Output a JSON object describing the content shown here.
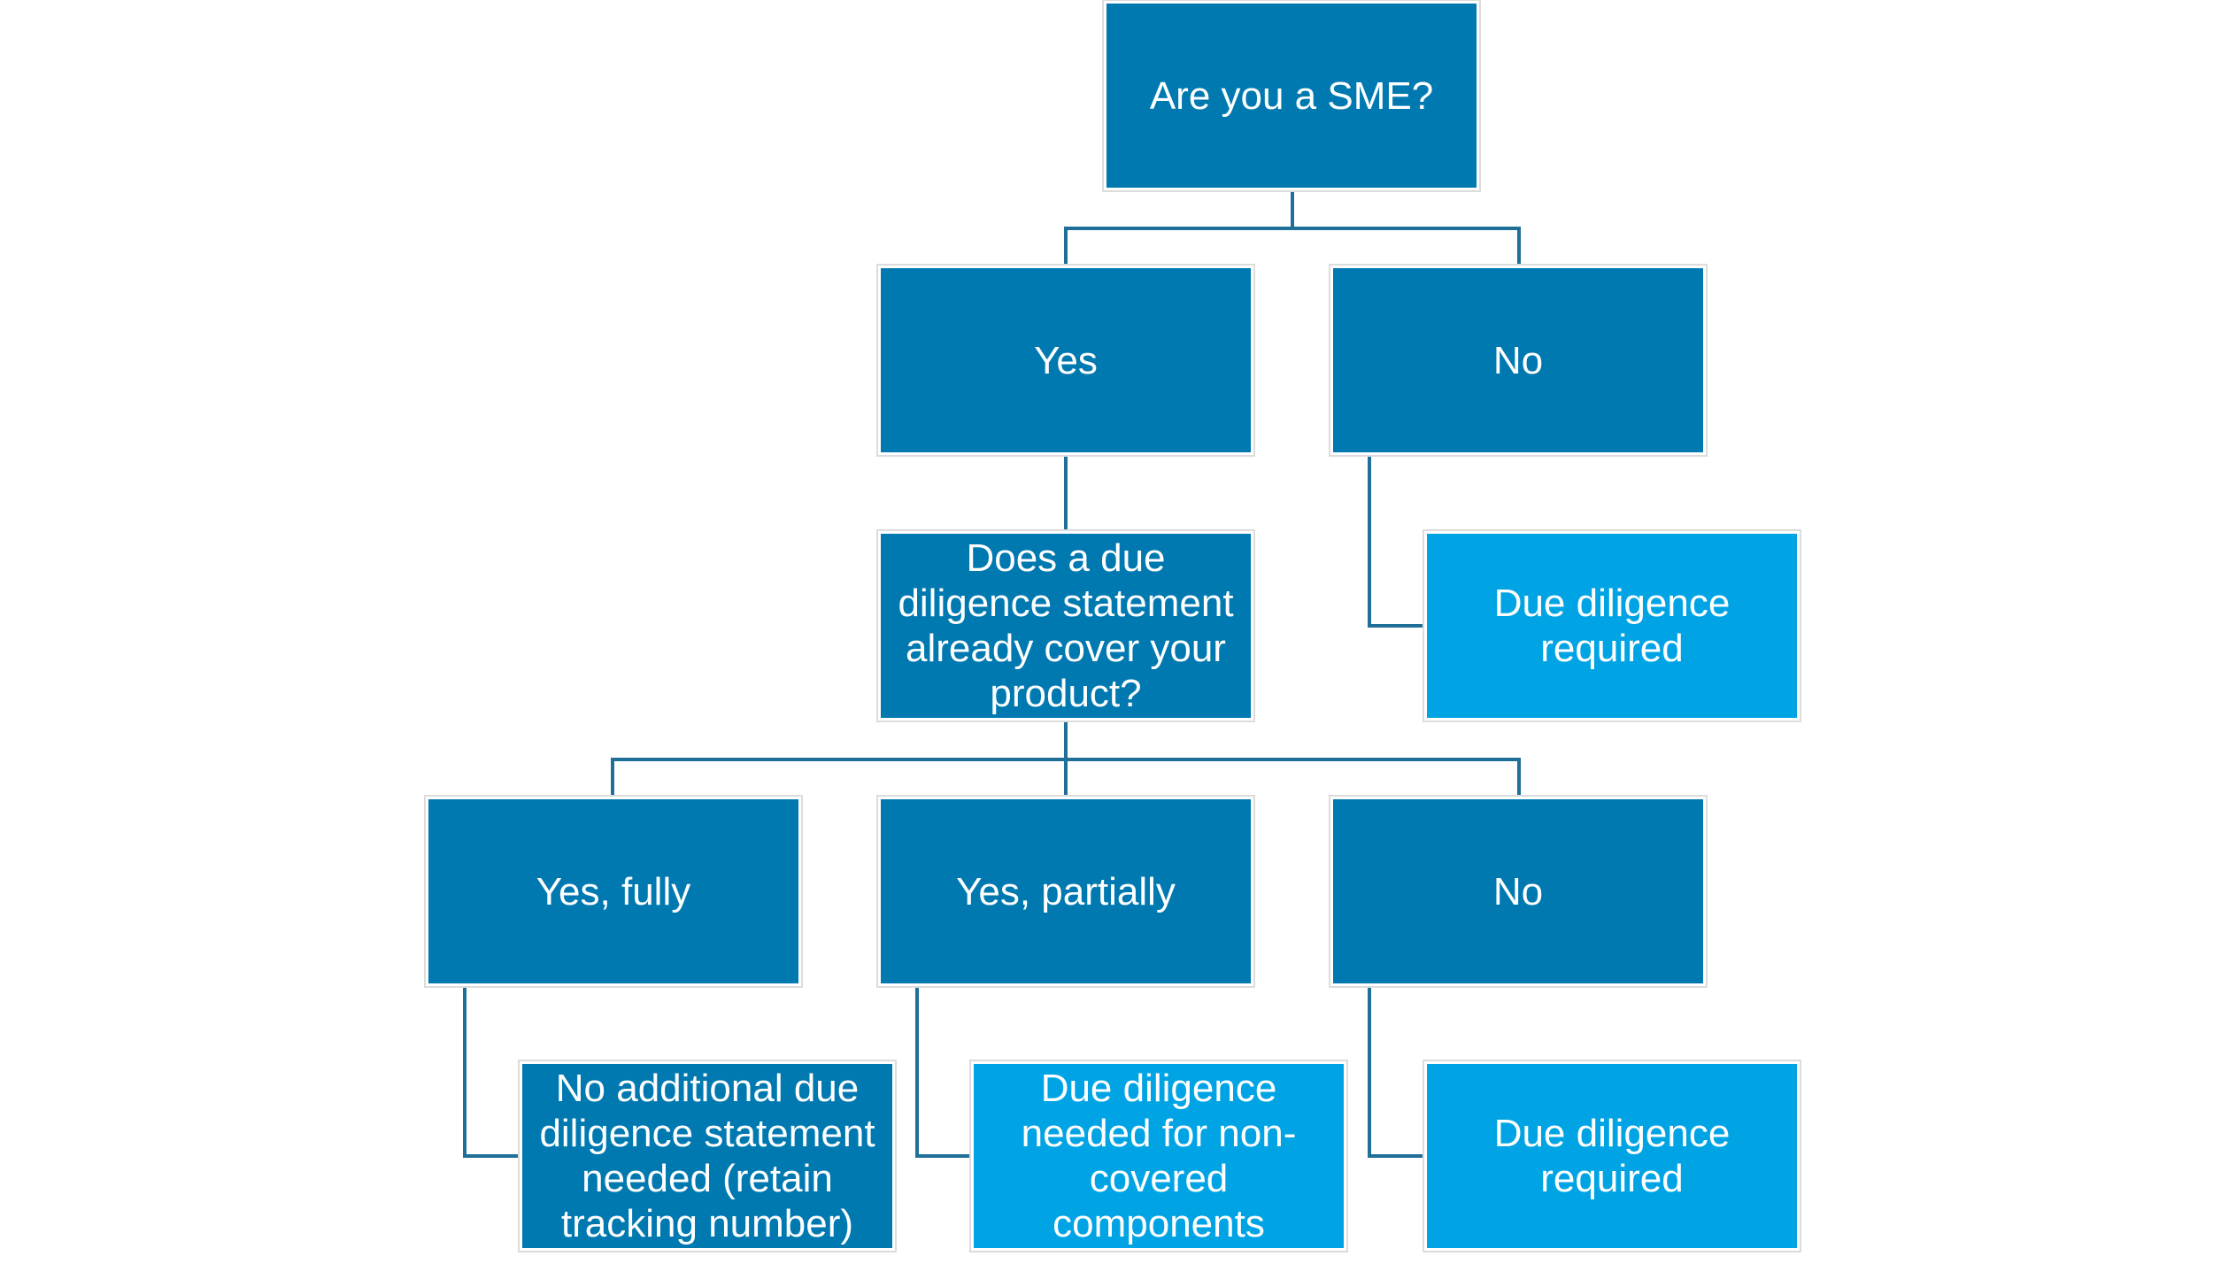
{
  "colors": {
    "dark_box": "#0079b1",
    "light_box": "#00a4e4",
    "connector": "#1f6f98",
    "text": "#ffffff"
  },
  "nodes": {
    "root": "Are you a SME?",
    "yes": "Yes",
    "no_top": "No",
    "question": "Does a due diligence statement already cover your product?",
    "dd_required_top": "Due diligence required",
    "yes_fully": "Yes, fully",
    "yes_partially": "Yes, partially",
    "no_bottom": "No",
    "no_additional": "No additional due diligence statement needed (retain tracking number)",
    "dd_non_covered": "Due diligence needed for non-covered components",
    "dd_required_bottom": "Due diligence required"
  }
}
